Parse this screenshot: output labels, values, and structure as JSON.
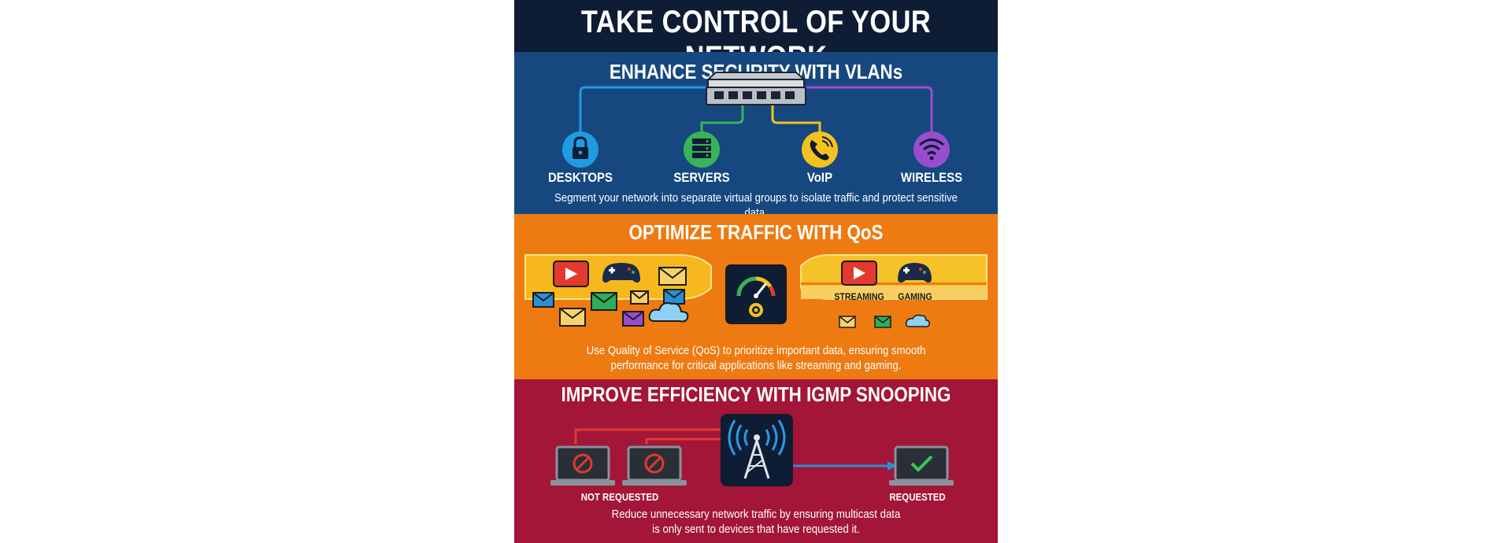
{
  "title": "TAKE CONTROL OF YOUR NETWORK",
  "vlan": {
    "title": "ENHANCE SECURITY WITH VLANs",
    "devices": [
      {
        "label": "DESKTOPS",
        "icon": "lock-icon",
        "color": "#1e9be2"
      },
      {
        "label": "SERVERS",
        "icon": "server-icon",
        "color": "#37b457"
      },
      {
        "label": "VoIP",
        "icon": "phone-icon",
        "color": "#f4c21c"
      },
      {
        "label": "WIRELESS",
        "icon": "wifi-icon",
        "color": "#9a4ccf"
      }
    ],
    "description": "Segment your network into separate virtual groups to isolate traffic and protect sensitive data."
  },
  "qos": {
    "title": "OPTIMIZE TRAFFIC WITH QoS",
    "priority_labels": [
      "STREAMING",
      "GAMING"
    ],
    "description_line1": "Use Quality of Service (QoS) to prioritize important data, ensuring smooth",
    "description_line2": "performance for critical applications like streaming and gaming."
  },
  "igmp": {
    "title": "IMPROVE EFFICIENCY WITH IGMP SNOOPING",
    "not_requested_label": "NOT REQUESTED",
    "requested_label": "REQUESTED",
    "description_line1": "Reduce unnecessary network traffic by ensuring multicast data",
    "description_line2": "is only sent to devices that have requested it."
  },
  "colors": {
    "title_bg": "#0e1c34",
    "vlan_bg": "#16487f",
    "qos_bg": "#ee7a12",
    "igmp_bg": "#a31638"
  }
}
